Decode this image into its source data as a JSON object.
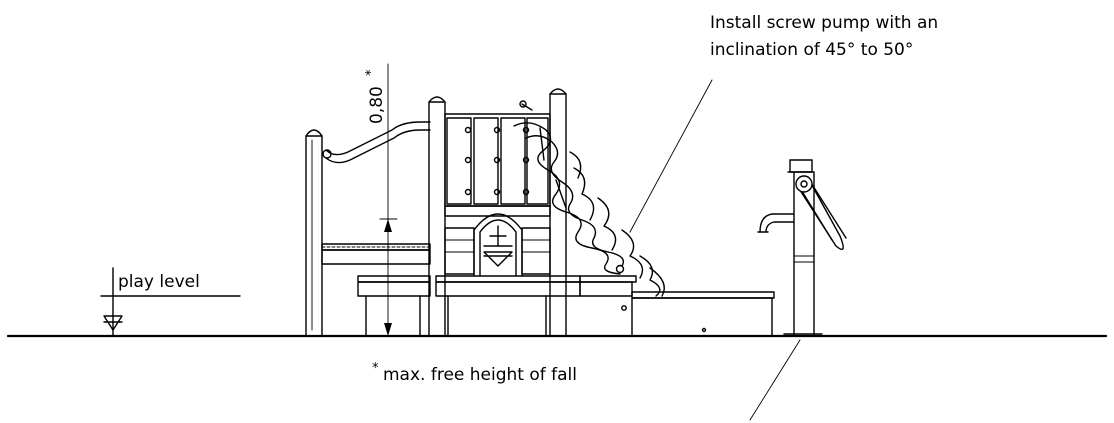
{
  "labels": {
    "annotation_line1": "Install screw pump with an",
    "annotation_line2": "inclination of 45° to 50°",
    "dimension": "0,80",
    "dimension_mark": "*",
    "play_level": "play level",
    "footnote_mark": "*",
    "footnote": "max. free height of fall"
  }
}
